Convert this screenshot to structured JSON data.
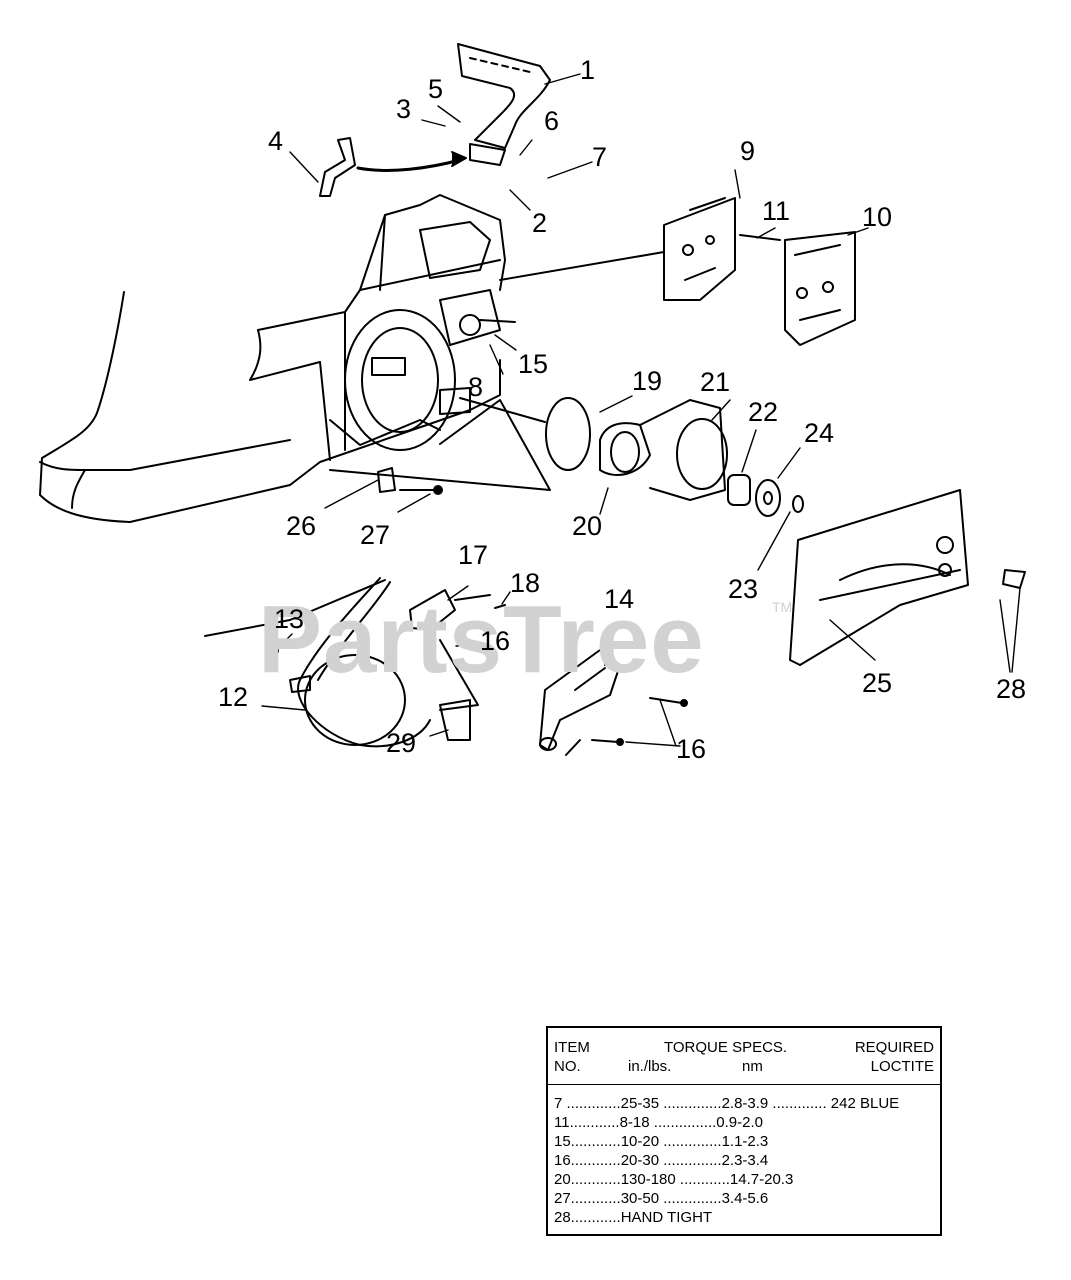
{
  "watermark": {
    "text": "PartsTree",
    "tm": "TM"
  },
  "callouts": [
    "1",
    "2",
    "3",
    "4",
    "5",
    "6",
    "7",
    "8",
    "9",
    "10",
    "11",
    "12",
    "13",
    "14",
    "15",
    "16",
    "16",
    "17",
    "18",
    "19",
    "20",
    "21",
    "22",
    "23",
    "24",
    "25",
    "26",
    "27",
    "28",
    "29"
  ],
  "torque_table": {
    "header": {
      "item_line1": "ITEM",
      "item_line2": "NO.",
      "specs_title": "TORQUE SPECS.",
      "unit_in_lbs": "in./lbs.",
      "unit_nm": "nm",
      "req_line1": "REQUIRED",
      "req_line2": "LOCTITE"
    },
    "rows": [
      "7 .............25-35 ..............2.8-3.9 ............. 242 BLUE",
      "11............8-18 ...............0.9-2.0",
      "15............10-20 ..............1.1-2.3",
      "16............20-30 ..............2.3-3.4",
      "20............130-180 ............14.7-20.3",
      "27............30-50 ..............3.4-5.6",
      "28............HAND TIGHT"
    ]
  }
}
